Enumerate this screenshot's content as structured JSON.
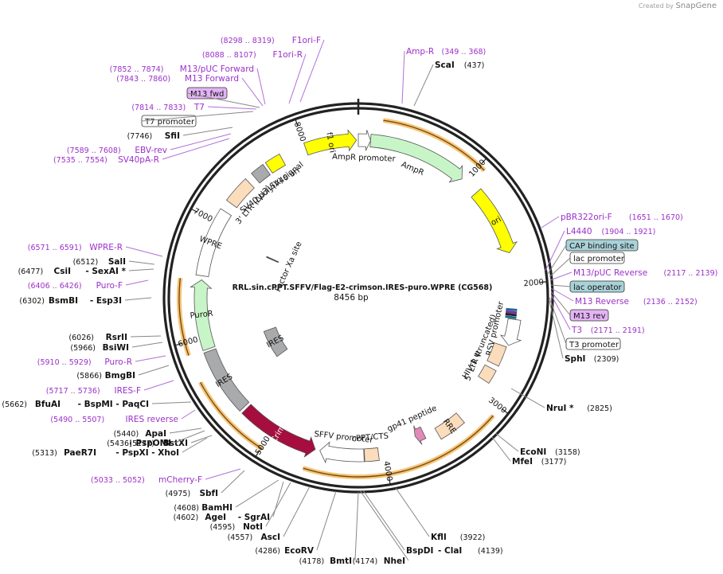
{
  "watermark": {
    "prefix": "Created by",
    "brand": "SnapGene"
  },
  "plasmid": {
    "name": "RRL.sin.cPPT.SFFV/Flag-E2-crimson.IRES-puro.WPRE (CG568)",
    "length_label": "8456 bp",
    "length": 8456
  },
  "ticks": [
    {
      "bp": 1000,
      "label": "1000"
    },
    {
      "bp": 2000,
      "label": "2000"
    },
    {
      "bp": 3000,
      "label": "3000"
    },
    {
      "bp": 4000,
      "label": "4000"
    },
    {
      "bp": 5000,
      "label": "5000"
    },
    {
      "bp": 6000,
      "label": "6000"
    },
    {
      "bp": 7000,
      "label": "7000"
    },
    {
      "bp": 8000,
      "label": "8000"
    }
  ],
  "features": [
    {
      "name": "f1 ori",
      "start": 8000,
      "end": 8440,
      "ring": 1,
      "color": "#ffff00",
      "dir": 1,
      "label_inside": true
    },
    {
      "name": "AmpR promoter",
      "start": 0,
      "end": 105,
      "ring": 1,
      "color": "#ffffff",
      "dir": 1,
      "label_inside": false
    },
    {
      "name": "AmpR",
      "start": 105,
      "end": 965,
      "ring": 1,
      "color": "#c8f5c8",
      "dir": 1,
      "label_inside": false
    },
    {
      "name": "ori",
      "start": 1135,
      "end": 1725,
      "ring": 1,
      "color": "#ffff00",
      "dir": 1,
      "label_inside": true
    },
    {
      "name": "RSV promoter",
      "start": 2300,
      "end": 2527,
      "ring": 1,
      "color": "#ffffff",
      "dir": 1,
      "label_inside": false
    },
    {
      "name": "5' LTR (truncated)",
      "start": 2545,
      "end": 2725,
      "ring": 2,
      "color": "#fbdcbb",
      "dir": 0,
      "label_inside": false
    },
    {
      "name": "HIV-1 Ψ",
      "start": 2770,
      "end": 2895,
      "ring": 2,
      "color": "#fbdcbb",
      "dir": 0,
      "label_inside": false
    },
    {
      "name": "RRE",
      "start": 3280,
      "end": 3515,
      "ring": 1,
      "color": "#fbdcbb",
      "dir": 0,
      "label_inside": true
    },
    {
      "name": "gp41 peptide",
      "start": 3625,
      "end": 3705,
      "ring": 2,
      "color": "#e08ab8",
      "dir": 1,
      "label_inside": false
    },
    {
      "name": "cPPT/CTS",
      "start": 4055,
      "end": 4175,
      "ring": 1,
      "color": "#fbdcbb",
      "dir": 0,
      "label_inside": false
    },
    {
      "name": "SFFV promoter",
      "start": 4180,
      "end": 4560,
      "ring": 1,
      "color": "#ffffff",
      "dir": 1,
      "label_inside": false
    },
    {
      "name": "E2-Crimson",
      "start": 4600,
      "end": 5290,
      "ring": 1,
      "color": "#a50e3f",
      "dir": -1,
      "label_inside": true
    },
    {
      "name": "IRES",
      "start": 5315,
      "end": 5880,
      "ring": 1,
      "color": "#a8aaab",
      "dir": 0,
      "label_inside": true
    },
    {
      "name": "IRES",
      "start": 5500,
      "end": 5880,
      "ring": 3,
      "color": "#a8aaab",
      "dir": 0,
      "label_inside": true
    },
    {
      "name": "PuroR",
      "start": 5900,
      "end": 6495,
      "ring": 1,
      "color": "#c8f5c8",
      "dir": 1,
      "label_inside": true
    },
    {
      "name": "WPRE",
      "start": 6530,
      "end": 7115,
      "ring": 1,
      "color": "#ffffff",
      "dir": 0,
      "label_inside": true
    },
    {
      "name": "3' LTR (ΔU3)",
      "start": 7200,
      "end": 7435,
      "ring": 1,
      "color": "#fbdcbb",
      "dir": 0,
      "label_inside": false
    },
    {
      "name": "SV40 poly(A) signal",
      "start": 7500,
      "end": 7620,
      "ring": 1,
      "color": "#a8aaab",
      "dir": 0,
      "label_inside": false
    },
    {
      "name": "SV40 ori",
      "start": 7645,
      "end": 7780,
      "ring": 1,
      "color": "#ffff00",
      "dir": 0,
      "label_inside": false
    },
    {
      "name": "Factor Xa site",
      "start": 6900,
      "end": 6912,
      "ring": 3,
      "color": "#333333",
      "dir": 0,
      "label_inside": false
    }
  ],
  "orfs": [
    {
      "start": 188,
      "end": 1050
    },
    {
      "start": 3080,
      "end": 4650
    },
    {
      "start": 4990,
      "end": 5680
    },
    {
      "start": 5900,
      "end": 6490
    }
  ],
  "enzymes": [
    {
      "name": "ScaI",
      "pos": "(437)"
    },
    {
      "name": "SphI",
      "pos": "(2309)"
    },
    {
      "name": "NruI *",
      "pos": "(2825)"
    },
    {
      "name": "EcoNI",
      "pos": "(3158)"
    },
    {
      "name": "MfeI",
      "pos": "(3177)"
    },
    {
      "name": "KflI",
      "pos": "(3922)"
    },
    {
      "name": "BspDI",
      "name2": "- ClaI",
      "pos": "(4139)"
    },
    {
      "name": "NheI",
      "pos": "(4174)"
    },
    {
      "name": "BmtI",
      "pos": "(4178)"
    },
    {
      "name": "EcoRV",
      "pos": "(4286)"
    },
    {
      "name": "AscI",
      "pos": "(4557)"
    },
    {
      "name": "NotI",
      "pos": "(4595)"
    },
    {
      "name": "AgeI",
      "name2": "- SgrAI",
      "pos": "(4602)"
    },
    {
      "name": "BamHI",
      "pos": "(4608)"
    },
    {
      "name": "SbfI",
      "pos": "(4975)"
    },
    {
      "name": "BstXI",
      "pos": "(5177)"
    },
    {
      "name": "PaeR7I",
      "name2": "- PspXI - XhoI",
      "pos": "(5313)"
    },
    {
      "name": "PspOMI",
      "pos": "(5436)"
    },
    {
      "name": "ApaI",
      "pos": "(5440)"
    },
    {
      "name": "BfuAI",
      "name2": "- BspMI - PaqCI",
      "pos": "(5662)"
    },
    {
      "name": "BmgBI",
      "pos": "(5866)"
    },
    {
      "name": "BsiWI",
      "pos": "(5966)"
    },
    {
      "name": "RsrII",
      "pos": "(6026)"
    },
    {
      "name": "BsmBI",
      "name2": "- Esp3I",
      "pos": "(6302)"
    },
    {
      "name": "CsiI",
      "name2": "- SexAI *",
      "pos": "(6477)"
    },
    {
      "name": "SalI",
      "pos": "(6512)"
    },
    {
      "name": "SfiI",
      "pos": "(7746)"
    }
  ],
  "primers": [
    {
      "name": "F1ori-F",
      "pos": "(8298 .. 8319)"
    },
    {
      "name": "F1ori-R",
      "pos": "(8088 .. 8107)"
    },
    {
      "name": "M13/pUC Forward",
      "pos": "(7852 .. 7874)"
    },
    {
      "name": "M13 Forward",
      "pos": "(7843 .. 7860)"
    },
    {
      "name": "T7",
      "pos": "(7814 .. 7833)"
    },
    {
      "name": "EBV-rev",
      "pos": "(7589 .. 7608)"
    },
    {
      "name": "SV40pA-R",
      "pos": "(7535 .. 7554)"
    },
    {
      "name": "WPRE-R",
      "pos": "(6571 .. 6591)"
    },
    {
      "name": "Puro-F",
      "pos": "(6406 .. 6426)"
    },
    {
      "name": "Puro-R",
      "pos": "(5910 .. 5929)"
    },
    {
      "name": "IRES-F",
      "pos": "(5717 .. 5736)"
    },
    {
      "name": "IRES reverse",
      "pos": "(5490 .. 5507)"
    },
    {
      "name": "mCherry-F",
      "pos": "(5033 .. 5052)"
    },
    {
      "name": "Amp-R",
      "pos": "(349 .. 368)"
    },
    {
      "name": "pBR322ori-F",
      "pos": "(1651 .. 1670)"
    },
    {
      "name": "L4440",
      "pos": "(1904 .. 1921)"
    },
    {
      "name": "M13/pUC Reverse",
      "pos": "(2117 .. 2139)"
    },
    {
      "name": "M13 Reverse",
      "pos": "(2136 .. 2152)"
    },
    {
      "name": "T3",
      "pos": "(2171 .. 2191)"
    }
  ],
  "boxed_labels": [
    {
      "name": "M13 fwd",
      "type": "primer"
    },
    {
      "name": "T7 promoter",
      "type": "promoter"
    },
    {
      "name": "CAP binding site",
      "type": "protein-bind"
    },
    {
      "name": "lac promoter",
      "type": "promoter"
    },
    {
      "name": "lac operator",
      "type": "protein-bind"
    },
    {
      "name": "M13 rev",
      "type": "primer"
    },
    {
      "name": "T3 promoter",
      "type": "promoter"
    }
  ],
  "colors": {
    "backbone": "#222222",
    "primer": "#9b30c9",
    "primer_box_fill": "#e3b3f5",
    "protein_bind_fill": "#a9d1d8",
    "orf": "#f0a030"
  }
}
